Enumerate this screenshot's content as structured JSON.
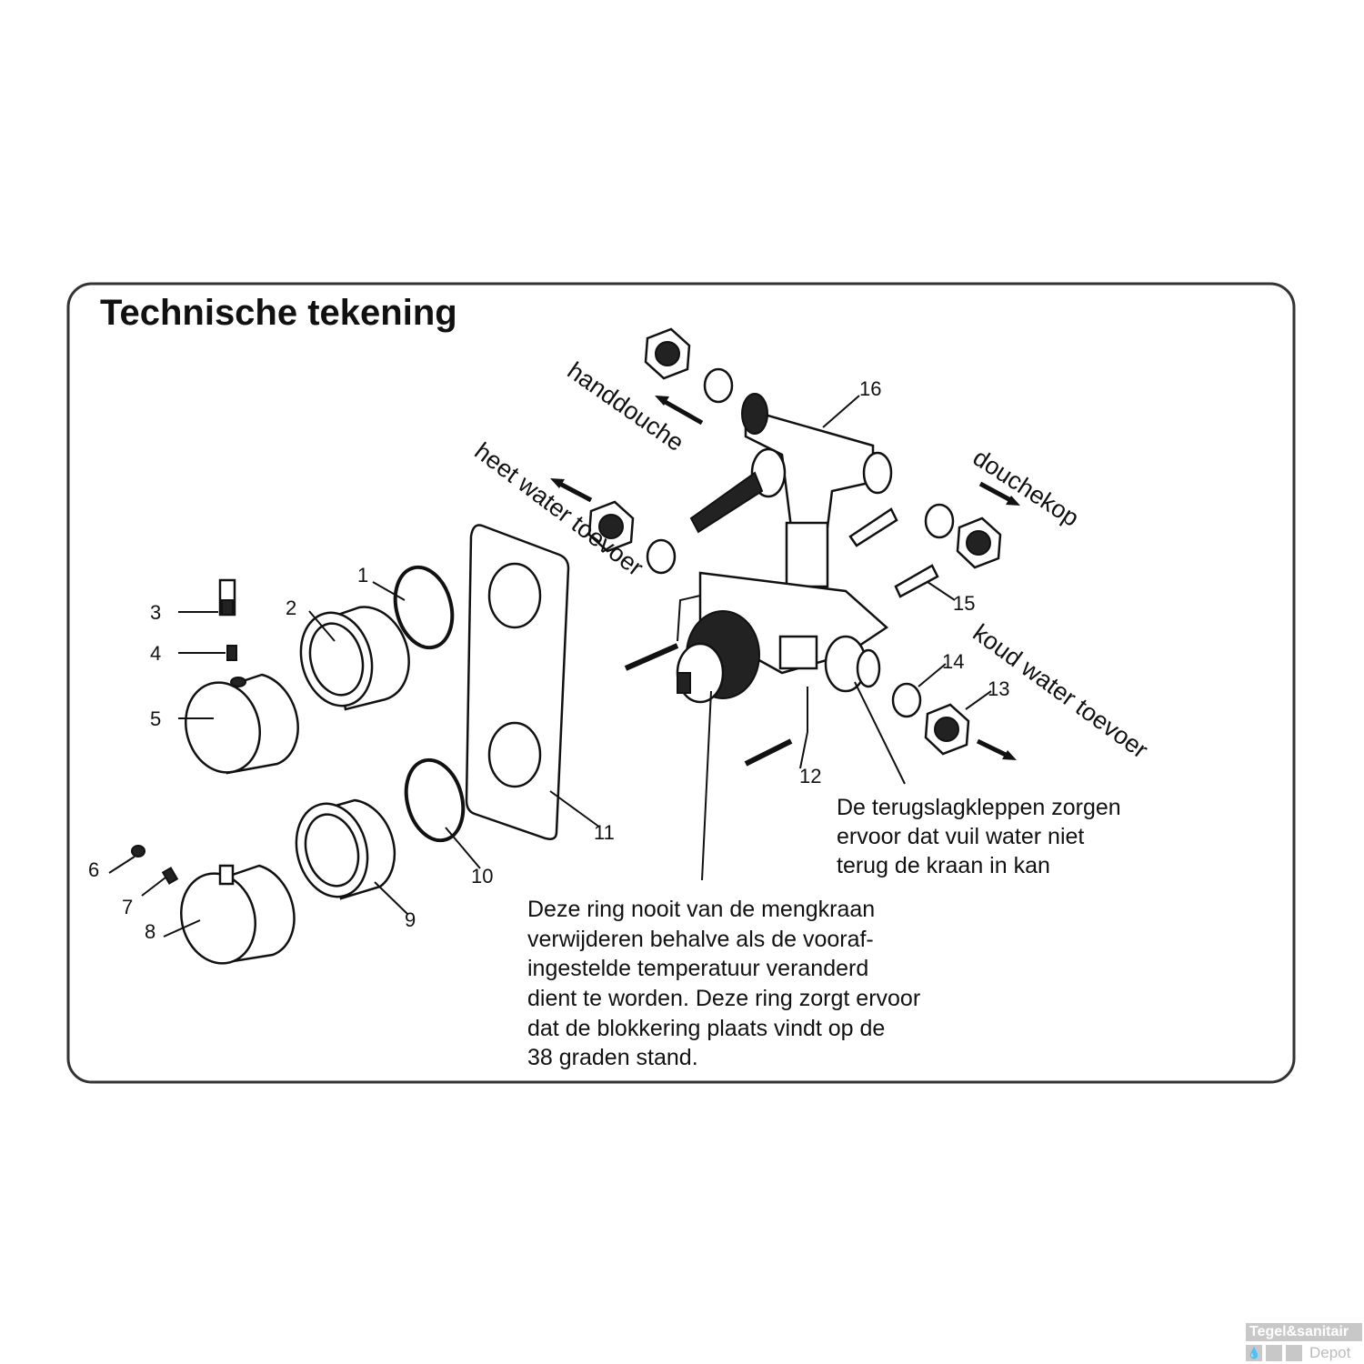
{
  "title": "Technische tekening",
  "part_numbers": [
    "1",
    "2",
    "3",
    "4",
    "5",
    "6",
    "7",
    "8",
    "9",
    "10",
    "11",
    "12",
    "13",
    "14",
    "15",
    "16"
  ],
  "flow_labels": {
    "handdouche": "handdouche",
    "hot_supply": "heet water toevoer",
    "douchekop": "douchekop",
    "cold_supply": "koud water toevoer"
  },
  "notes": {
    "check_valves": [
      "De terugslagkleppen zorgen",
      "ervoor dat vuil water niet",
      "terug de kraan in kan"
    ],
    "ring": [
      "Deze ring nooit van de mengkraan",
      "verwijderen behalve als de vooraf-",
      "ingestelde temperatuur veranderd",
      "dient te worden. Deze ring zorgt ervoor",
      "dat de blokkering plaats vindt op de",
      "38 graden stand."
    ]
  },
  "watermark": {
    "line1": "Tegel&sanitair",
    "line2": "Depot"
  }
}
